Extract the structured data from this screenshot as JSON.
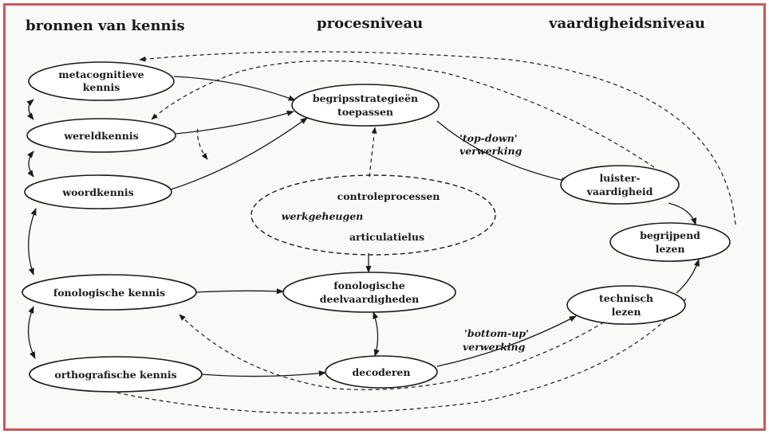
{
  "headers": {
    "sources": "bronnen van kennis",
    "process": "procesniveau",
    "skills": "vaardigheidsniveau"
  },
  "nodes": {
    "metacognitive": [
      "metacognitieve",
      "kennis"
    ],
    "world": [
      "wereldkennis"
    ],
    "word": [
      "woordkennis"
    ],
    "phonological": [
      "fonologische kennis"
    ],
    "orthographic": [
      "orthografische kennis"
    ],
    "strategies": [
      "begripsstrategieën",
      "toepassen"
    ],
    "working_memory": {
      "top": "controleprocessen",
      "middle": "werkgeheugen",
      "bottom": "articulatielus"
    },
    "phon_subskills": [
      "fonologische",
      "deelvaardigheden"
    ],
    "decoding": [
      "decoderen"
    ],
    "listening": [
      "luister-",
      "vaardigheid"
    ],
    "reading_comp": [
      "begrijpend",
      "lezen"
    ],
    "technical_reading": [
      "technisch",
      "lezen"
    ]
  },
  "edge_labels": {
    "top_down": [
      "'top-down'",
      "verwerking"
    ],
    "bottom_up": [
      "'bottom-up'",
      "verwerking"
    ]
  }
}
